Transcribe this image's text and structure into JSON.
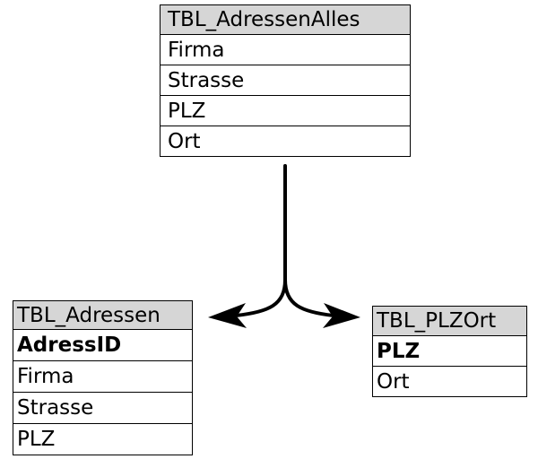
{
  "tables": [
    {
      "title": "TBL_AdressenAlles",
      "fields": [
        {
          "label": "Firma",
          "key": false
        },
        {
          "label": "Strasse",
          "key": false
        },
        {
          "label": "PLZ",
          "key": false
        },
        {
          "label": "Ort",
          "key": false
        }
      ]
    },
    {
      "title": "TBL_Adressen",
      "fields": [
        {
          "label": "AdressID",
          "key": true
        },
        {
          "label": "Firma",
          "key": false
        },
        {
          "label": "Strasse",
          "key": false
        },
        {
          "label": "PLZ",
          "key": false
        }
      ]
    },
    {
      "title": "TBL_PLZOrt",
      "fields": [
        {
          "label": "PLZ",
          "key": true
        },
        {
          "label": "Ort",
          "key": false
        }
      ]
    }
  ],
  "connector": {
    "stroke_color": "#000000",
    "type": "split-arrow",
    "from": "TBL_AdressenAlles",
    "to": [
      "TBL_Adressen",
      "TBL_PLZOrt"
    ]
  }
}
